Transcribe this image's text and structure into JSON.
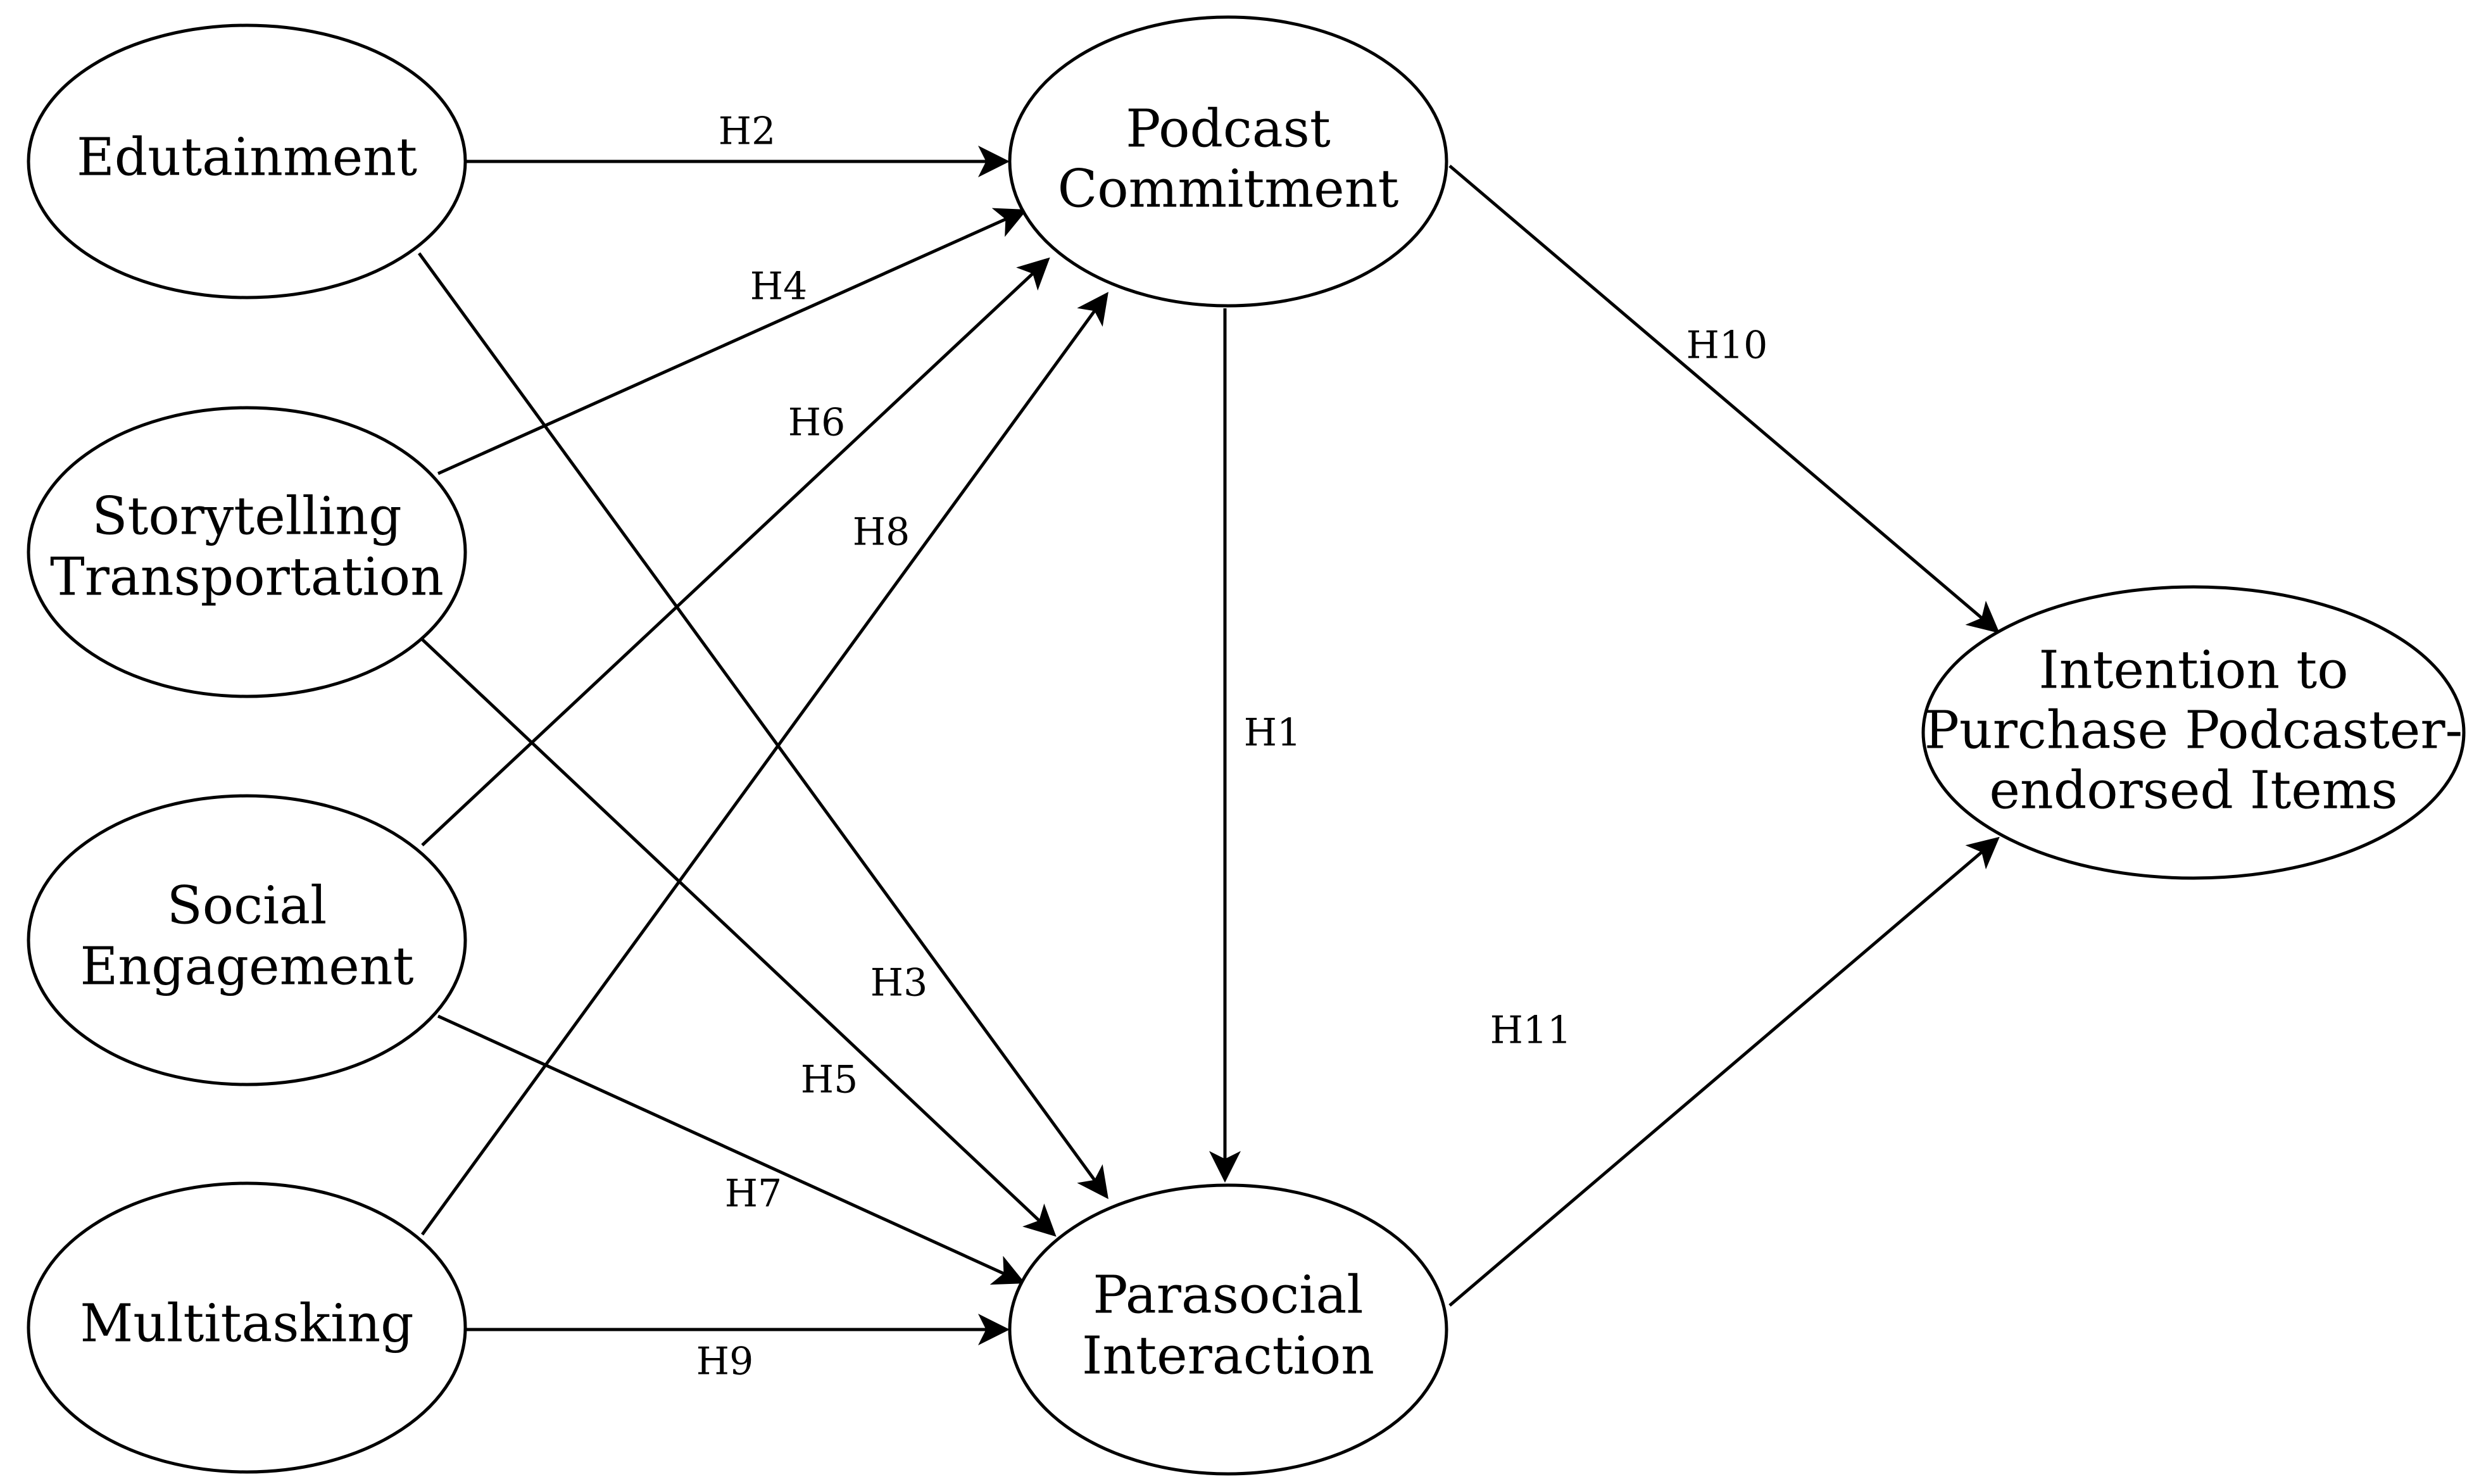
{
  "diagram": {
    "nodes": {
      "edutainment": [
        "Edutainment"
      ],
      "storytelling": [
        "Storytelling",
        "Transportation"
      ],
      "social": [
        "Social",
        "Engagement"
      ],
      "multitasking": [
        "Multitasking"
      ],
      "commitment": [
        "Podcast",
        "Commitment"
      ],
      "parasocial": [
        "Parasocial",
        "Interaction"
      ],
      "intention": [
        "Intention to",
        "Purchase Podcaster-",
        "endorsed Items"
      ]
    },
    "edges": [
      {
        "id": "h1",
        "label": "H1",
        "from": "commitment",
        "to": "parasocial"
      },
      {
        "id": "h2",
        "label": "H2",
        "from": "edutainment",
        "to": "commitment"
      },
      {
        "id": "h3",
        "label": "H3",
        "from": "edutainment",
        "to": "parasocial"
      },
      {
        "id": "h4",
        "label": "H4",
        "from": "storytelling",
        "to": "commitment"
      },
      {
        "id": "h5",
        "label": "H5",
        "from": "storytelling",
        "to": "parasocial"
      },
      {
        "id": "h6",
        "label": "H6",
        "from": "social",
        "to": "commitment"
      },
      {
        "id": "h7",
        "label": "H7",
        "from": "social",
        "to": "parasocial"
      },
      {
        "id": "h8",
        "label": "H8",
        "from": "multitasking",
        "to": "commitment"
      },
      {
        "id": "h9",
        "label": "H9",
        "from": "multitasking",
        "to": "parasocial"
      },
      {
        "id": "h10",
        "label": "H10",
        "from": "commitment",
        "to": "intention"
      },
      {
        "id": "h11",
        "label": "H11",
        "from": "parasocial",
        "to": "intention"
      }
    ]
  }
}
